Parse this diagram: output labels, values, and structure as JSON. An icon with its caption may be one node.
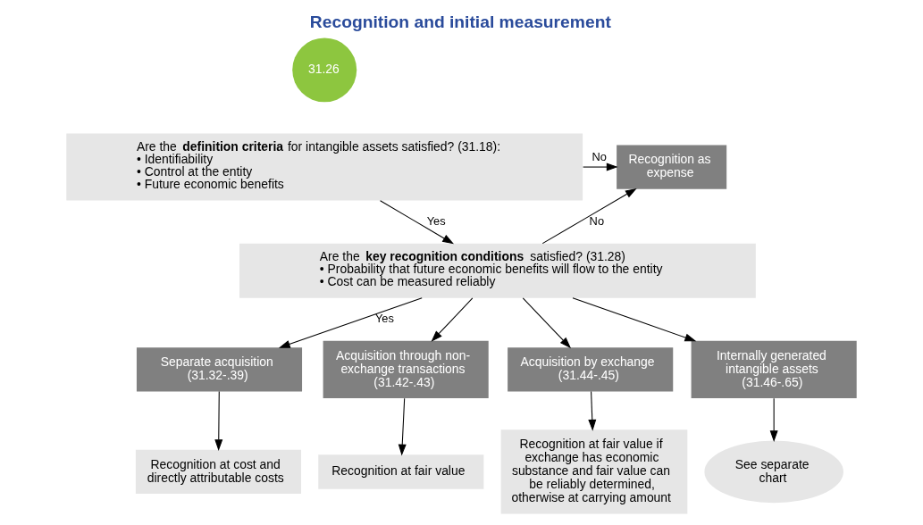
{
  "diagram": {
    "title": "Recognition and initial measurement",
    "nodes": [
      {
        "text": [
          "31.26"
        ]
      },
      {
        "text": [
          "Are the **definition criteria** for intangible assets satisfied? (31.18):",
          "• Identifiability",
          "• Control at the entity",
          "• Future economic benefits"
        ]
      },
      {
        "text": [
          "Recognition as expense"
        ]
      },
      {
        "text": [
          "Are the **key recognition conditions** satisfied? (31.28)",
          "• Probability that future economic benefits will flow to the entity",
          "• Cost can be measured reliably"
        ]
      },
      {
        "text": [
          "Separate acquisition (31.32-.39)"
        ]
      },
      {
        "text": [
          "Acquisition through non-exchange transactions (31.42-.43)"
        ]
      },
      {
        "text": [
          "Acquisition by exchange (31.44-.45)"
        ]
      },
      {
        "text": [
          "Internally generated intangible assets (31.46-.65)"
        ]
      },
      {
        "text": [
          "Recognition at cost and directly attributable costs"
        ]
      },
      {
        "text": [
          "Recognition at fair value"
        ]
      },
      {
        "text": [
          "Recognition at fair value if exchange has economic substance and fair value can be reliably determined, otherwise at carrying amount"
        ]
      },
      {
        "text": [
          "See separate chart"
        ]
      }
    ],
    "edges": [
      {
        "from": 1,
        "to": 2,
        "arrow": "to",
        "label": "No"
      },
      {
        "from": 1,
        "to": 3,
        "arrow": "to",
        "label": "Yes"
      },
      {
        "from": 3,
        "to": 2,
        "arrow": "to",
        "label": "No"
      },
      {
        "from": 3,
        "to": 4,
        "arrow": "to",
        "label": "Yes"
      },
      {
        "from": 3,
        "to": 5,
        "arrow": "to"
      },
      {
        "from": 3,
        "to": 6,
        "arrow": "to"
      },
      {
        "from": 3,
        "to": 7,
        "arrow": "to"
      },
      {
        "from": 4,
        "to": 8,
        "arrow": "to"
      },
      {
        "from": 5,
        "to": 9,
        "arrow": "to"
      },
      {
        "from": 6,
        "to": 10,
        "arrow": "to"
      },
      {
        "from": 7,
        "to": 11,
        "arrow": "to"
      }
    ]
  }
}
